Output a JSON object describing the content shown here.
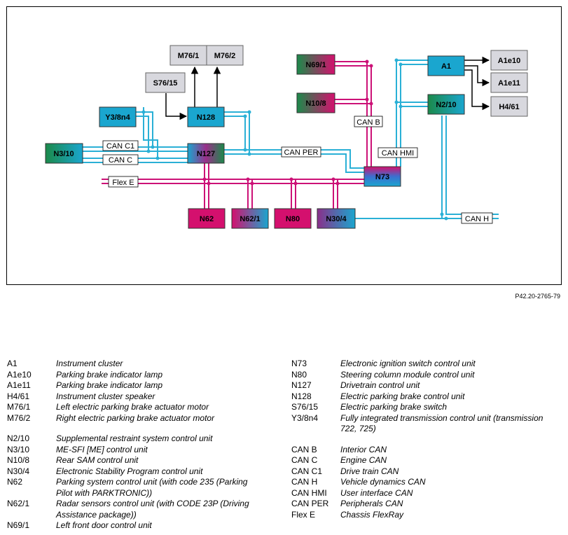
{
  "diagram": {
    "reference": "P42.20-2765-79",
    "units": {
      "m761": "M76/1",
      "m762": "M76/2",
      "s7615": "S76/15",
      "n128": "N128",
      "y38n4": "Y3/8n4",
      "n310": "N3/10",
      "n127": "N127",
      "n62": "N62",
      "n621": "N62/1",
      "n80": "N80",
      "n304": "N30/4",
      "n691": "N69/1",
      "n108": "N10/8",
      "n73": "N73",
      "a1": "A1",
      "n210": "N2/10",
      "a1e10": "A1e10",
      "a1e11": "A1e11",
      "h461": "H4/61"
    },
    "buses": {
      "canc1": "CAN C1",
      "canc": "CAN C",
      "canper": "CAN PER",
      "canb": "CAN B",
      "canhmi": "CAN HMI",
      "flexe": "Flex E",
      "canh": "CAN H"
    },
    "colors": {
      "can_line": "#2ab0d6",
      "flexray_line": "#cc1177",
      "grey_box": "#d8d8de",
      "cyan_box": "#1aa6cf",
      "green_box": "#1b8a4a",
      "magenta_box": "#d4106e"
    }
  },
  "legend": {
    "left": [
      {
        "code": "A1",
        "desc": "Instrument cluster"
      },
      {
        "code": "A1e10",
        "desc": "Parking brake indicator lamp"
      },
      {
        "code": "A1e11",
        "desc": "Parking brake indicator lamp"
      },
      {
        "code": "H4/61",
        "desc": "Instrument cluster speaker"
      },
      {
        "code": "M76/1",
        "desc": "Left electric parking brake actuator motor"
      },
      {
        "code": "M76/2",
        "desc": "Right electric parking brake actuator motor"
      },
      {
        "code": "N2/10",
        "desc": "Supplemental restraint system control unit"
      },
      {
        "code": "N3/10",
        "desc": "ME-SFI [ME] control unit"
      },
      {
        "code": "N10/8",
        "desc": "Rear SAM control unit"
      },
      {
        "code": "N30/4",
        "desc": "Electronic Stability Program control unit"
      },
      {
        "code": "N62",
        "desc": "Parking system control unit (with code 235 (Parking",
        "desc2": "Pilot with PARKTRONIC))"
      },
      {
        "code": "N62/1",
        "desc": "Radar sensors control unit (with CODE 23P (Driving",
        "desc2": "Assistance package))"
      },
      {
        "code": "N69/1",
        "desc": "Left front door control unit"
      }
    ],
    "right": [
      {
        "code": "N73",
        "desc": "Electronic ignition switch control unit"
      },
      {
        "code": "N80",
        "desc": "Steering column module control unit"
      },
      {
        "code": "N127",
        "desc": "Drivetrain control unit"
      },
      {
        "code": "N128",
        "desc": "Electric parking brake control unit"
      },
      {
        "code": "S76/15",
        "desc": "Electric parking brake switch"
      },
      {
        "code": "Y3/8n4",
        "desc": "Fully integrated transmission control unit (transmission",
        "desc2": "722, 725)"
      },
      {
        "code": "CAN B",
        "desc": "Interior CAN"
      },
      {
        "code": "CAN C",
        "desc": "Engine CAN"
      },
      {
        "code": "CAN C1",
        "desc": "Drive train CAN"
      },
      {
        "code": "CAN H",
        "desc": "Vehicle dynamics CAN"
      },
      {
        "code": "CAN HMI",
        "desc": "User interface CAN"
      },
      {
        "code": "CAN PER",
        "desc": "Peripherals CAN"
      },
      {
        "code": "Flex E",
        "desc": "Chassis FlexRay"
      }
    ]
  }
}
